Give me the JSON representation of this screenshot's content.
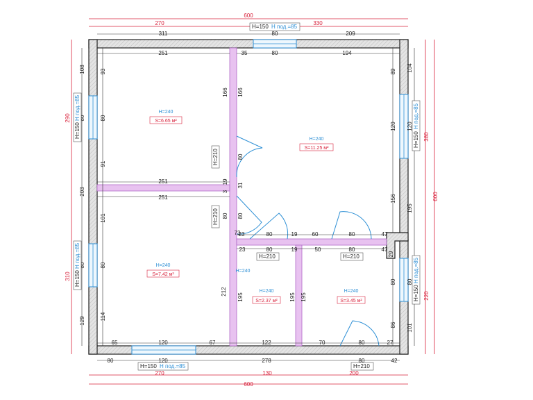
{
  "colors": {
    "wall_fill": "#e2e2e2",
    "wall_stroke": "#222222",
    "partition": "#d9a3e6",
    "window": "#cfe6f7",
    "window_line": "#2d8fd5",
    "dim_red": "#d8203a",
    "dim_black": "#222222",
    "label_blue": "#2d8fd5"
  },
  "dimensions": {
    "top_total": "600",
    "top_left": "270",
    "top_right": "330",
    "bottom_total": "600",
    "bottom_left": "270",
    "bottom_mid": "130",
    "bottom_right": "200",
    "left_top": "290",
    "left_bottom": "310",
    "right_top": "380",
    "right_total": "600",
    "right_bottom": "220",
    "top_wall_left": "311",
    "top_wall_window": "80",
    "top_wall_right": "209",
    "room1_width": "251",
    "room1_width2": "251",
    "room3_width": "251",
    "top_inner_35": "35",
    "top_inner_80": "80",
    "top_inner_194": "194",
    "left_108": "108",
    "left_93": "93",
    "left_80a": "80",
    "left_80b": "80",
    "left_91": "91",
    "left_203": "203",
    "left_101": "101",
    "left_80c": "80",
    "left_80d": "80",
    "left_114": "114",
    "left_129": "129",
    "right_104": "104",
    "right_89": "89",
    "right_120a": "120",
    "right_120b": "120",
    "right_156": "156",
    "right_195": "195",
    "right_29": "29",
    "right_80a": "80",
    "right_80b": "80",
    "right_86": "86",
    "right_101": "101",
    "part_166a": "166",
    "part_166b": "166",
    "part_80a": "80",
    "part_19": "19",
    "part_31": "31",
    "part_80b": "80",
    "part_80c": "80",
    "part_3": "3",
    "part_23a": "23",
    "part_73": "73",
    "corr_80a": "80",
    "corr_19a": "19",
    "corr_60": "60",
    "corr_80b": "80",
    "corr_47a": "47",
    "corr_23b": "23",
    "corr_80c": "80",
    "corr_19b": "19",
    "corr_50": "50",
    "corr_80d": "80",
    "corr_47b": "47",
    "bath_212": "212",
    "bath_195a": "195",
    "bath_195b": "195",
    "bath_195c": "195",
    "bot_65": "65",
    "bot_120a": "120",
    "bot_67": "67",
    "bot_122": "122",
    "bot_70": "70",
    "bot_80a": "80",
    "bot_27": "27",
    "bot_80b": "80",
    "bot_120b": "120",
    "bot_278": "278",
    "bot_80c": "80",
    "bot_42": "42"
  },
  "labels": {
    "h150": "H=150",
    "h_sill": "Н под.=85",
    "h210": "H=210",
    "h240": "H=240"
  },
  "rooms": [
    {
      "height": "H=240",
      "area": "S=6.65 м²"
    },
    {
      "height": "H=240",
      "area": "S=11.25 м²"
    },
    {
      "height": "H=240",
      "area": "S=7.42 м²"
    },
    {
      "height": "H=240",
      "area": "S=2.37 м²"
    },
    {
      "height": "H=240",
      "area": "S=3.45 м²"
    }
  ],
  "corridor_height": "H=240"
}
